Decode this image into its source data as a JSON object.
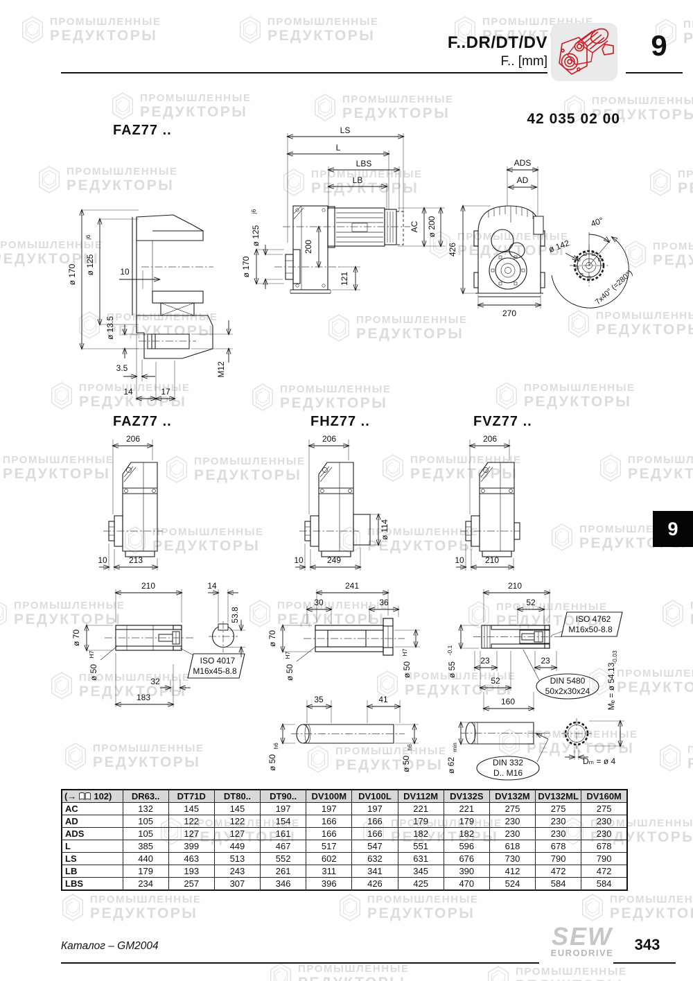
{
  "page": {
    "header": {
      "series": "F..DR/DT/DV",
      "units": "F.. [mm]",
      "chapter": "9",
      "doc_number": "42 035 02 00"
    },
    "section_tab": "9",
    "footer": {
      "catalog": "Каталог – GM2004",
      "page_number": "343",
      "brand": "SEW",
      "brand_sub": "EURODRIVE"
    }
  },
  "watermark": {
    "line1": "ПРОМЫШЛЕННЫЕ",
    "line2": "РЕДУКТОРЫ"
  },
  "headings": {
    "detail": "FAZ77 ..",
    "faz": "FAZ77 ..",
    "fhz": "FHZ77 ..",
    "fvz": "FVZ77 .."
  },
  "drawings": {
    "flange": {
      "d170": "ø 170",
      "d125": "ø 125",
      "d125_tol": "j6",
      "w10": "10",
      "d135": "ø 13.5",
      "w35": "3.5",
      "w14": "14",
      "w17": "17",
      "m12": "M12"
    },
    "side": {
      "ls": "LS",
      "l": "L",
      "lbs": "LBS",
      "lb": "LB",
      "d125": "ø 125",
      "d125_tol": "j6",
      "d170": "ø 170",
      "h200": "200",
      "h121": "121",
      "ac": "AC",
      "d200": "ø 200"
    },
    "front": {
      "ads": "ADS",
      "ad": "AD",
      "h426": "426",
      "w270": "270",
      "d142": "ø 142",
      "a40": "40°",
      "a280": "7x40° (=280°)"
    },
    "faz": {
      "w206": "206",
      "o10": "10",
      "w213": "213"
    },
    "fhz": {
      "w206": "206",
      "d114": "ø 114",
      "o10": "10",
      "w249": "249"
    },
    "fvz": {
      "w206": "206",
      "o10": "10",
      "w210": "210"
    },
    "hollow": {
      "w210": "210",
      "w14": "14",
      "h538": "53.8",
      "d70": "ø 70",
      "d50": "ø 50",
      "d50_tol": "H7",
      "iso1": "ISO 4017",
      "iso2": "M16x45-8.8",
      "w32": "32",
      "w183": "183"
    },
    "mid": {
      "w241": "241",
      "w30": "30",
      "w36": "36",
      "d70": "ø 70",
      "d50l": "ø 50",
      "d50l_tol": "H7",
      "d50r": "ø 50",
      "d50r_tol": "H7",
      "w35": "35",
      "w41": "41",
      "d50bl": "ø 50",
      "d50bl_tol": "h6",
      "d50br": "ø 50",
      "d50br_tol": "h6"
    },
    "shrink": {
      "w210": "210",
      "w52t": "52",
      "iso1": "ISO 4762",
      "iso2": "M16x50-8.8",
      "d55": "ø 55",
      "d55_tol": "-0.1",
      "w23l": "23",
      "w23r": "23",
      "w52b": "52",
      "din1": "DIN 5480",
      "din2": "50x2x30x24",
      "w160": "160",
      "me": "Mₑ = ø 54.13",
      "me_tol": "-0.03",
      "d62": "ø 62",
      "d62_tol": "min",
      "din332a": "DIN 332",
      "din332b": "D.. M16",
      "dm": "Dₘ = ø 4"
    }
  },
  "table": {
    "ref": {
      "prefix": "(→",
      "page": "102)"
    },
    "columns": [
      "DR63..",
      "DT71D",
      "DT80..",
      "DT90..",
      "DV100M",
      "DV100L",
      "DV112M",
      "DV132S",
      "DV132M",
      "DV132ML",
      "DV160M"
    ],
    "rows": [
      {
        "label": "AC",
        "values": [
          "132",
          "145",
          "145",
          "197",
          "197",
          "197",
          "221",
          "221",
          "275",
          "275",
          "275"
        ]
      },
      {
        "label": "AD",
        "values": [
          "105",
          "122",
          "122",
          "154",
          "166",
          "166",
          "179",
          "179",
          "230",
          "230",
          "230"
        ]
      },
      {
        "label": "ADS",
        "values": [
          "105",
          "127",
          "127",
          "161",
          "166",
          "166",
          "182",
          "182",
          "230",
          "230",
          "230"
        ]
      },
      {
        "label": "L",
        "values": [
          "385",
          "399",
          "449",
          "467",
          "517",
          "547",
          "551",
          "596",
          "618",
          "678",
          "678"
        ]
      },
      {
        "label": "LS",
        "values": [
          "440",
          "463",
          "513",
          "552",
          "602",
          "632",
          "631",
          "676",
          "730",
          "790",
          "790"
        ]
      },
      {
        "label": "LB",
        "values": [
          "179",
          "193",
          "243",
          "261",
          "311",
          "341",
          "345",
          "390",
          "412",
          "472",
          "472"
        ]
      },
      {
        "label": "LBS",
        "values": [
          "234",
          "257",
          "307",
          "346",
          "396",
          "426",
          "425",
          "470",
          "524",
          "584",
          "584"
        ]
      }
    ]
  }
}
